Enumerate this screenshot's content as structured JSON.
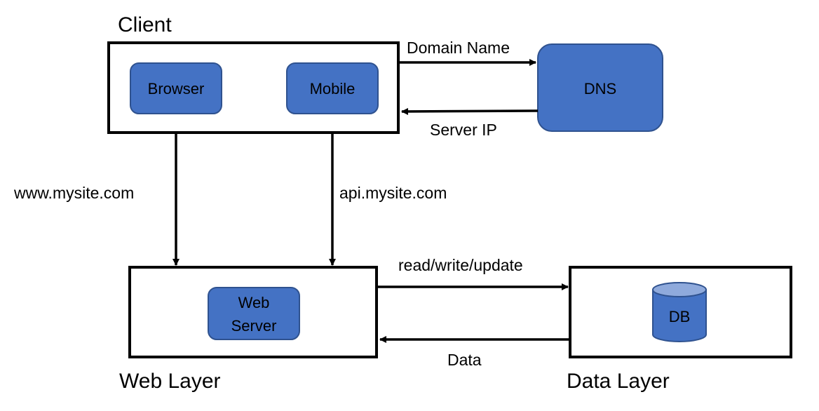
{
  "colors": {
    "node_fill": "#4472c4",
    "node_stroke": "#2f528f",
    "db_top": "#8faadc",
    "line": "#000000"
  },
  "groups": {
    "client": "Client",
    "web_layer": "Web Layer",
    "data_layer": "Data Layer"
  },
  "nodes": {
    "browser": "Browser",
    "mobile": "Mobile",
    "dns": "DNS",
    "web_server_line1": "Web",
    "web_server_line2": "Server",
    "db": "DB"
  },
  "edges": {
    "domain_name": "Domain Name",
    "server_ip": "Server IP",
    "www": "www.mysite.com",
    "api": "api.mysite.com",
    "read_write_update": "read/write/update",
    "data": "Data"
  }
}
